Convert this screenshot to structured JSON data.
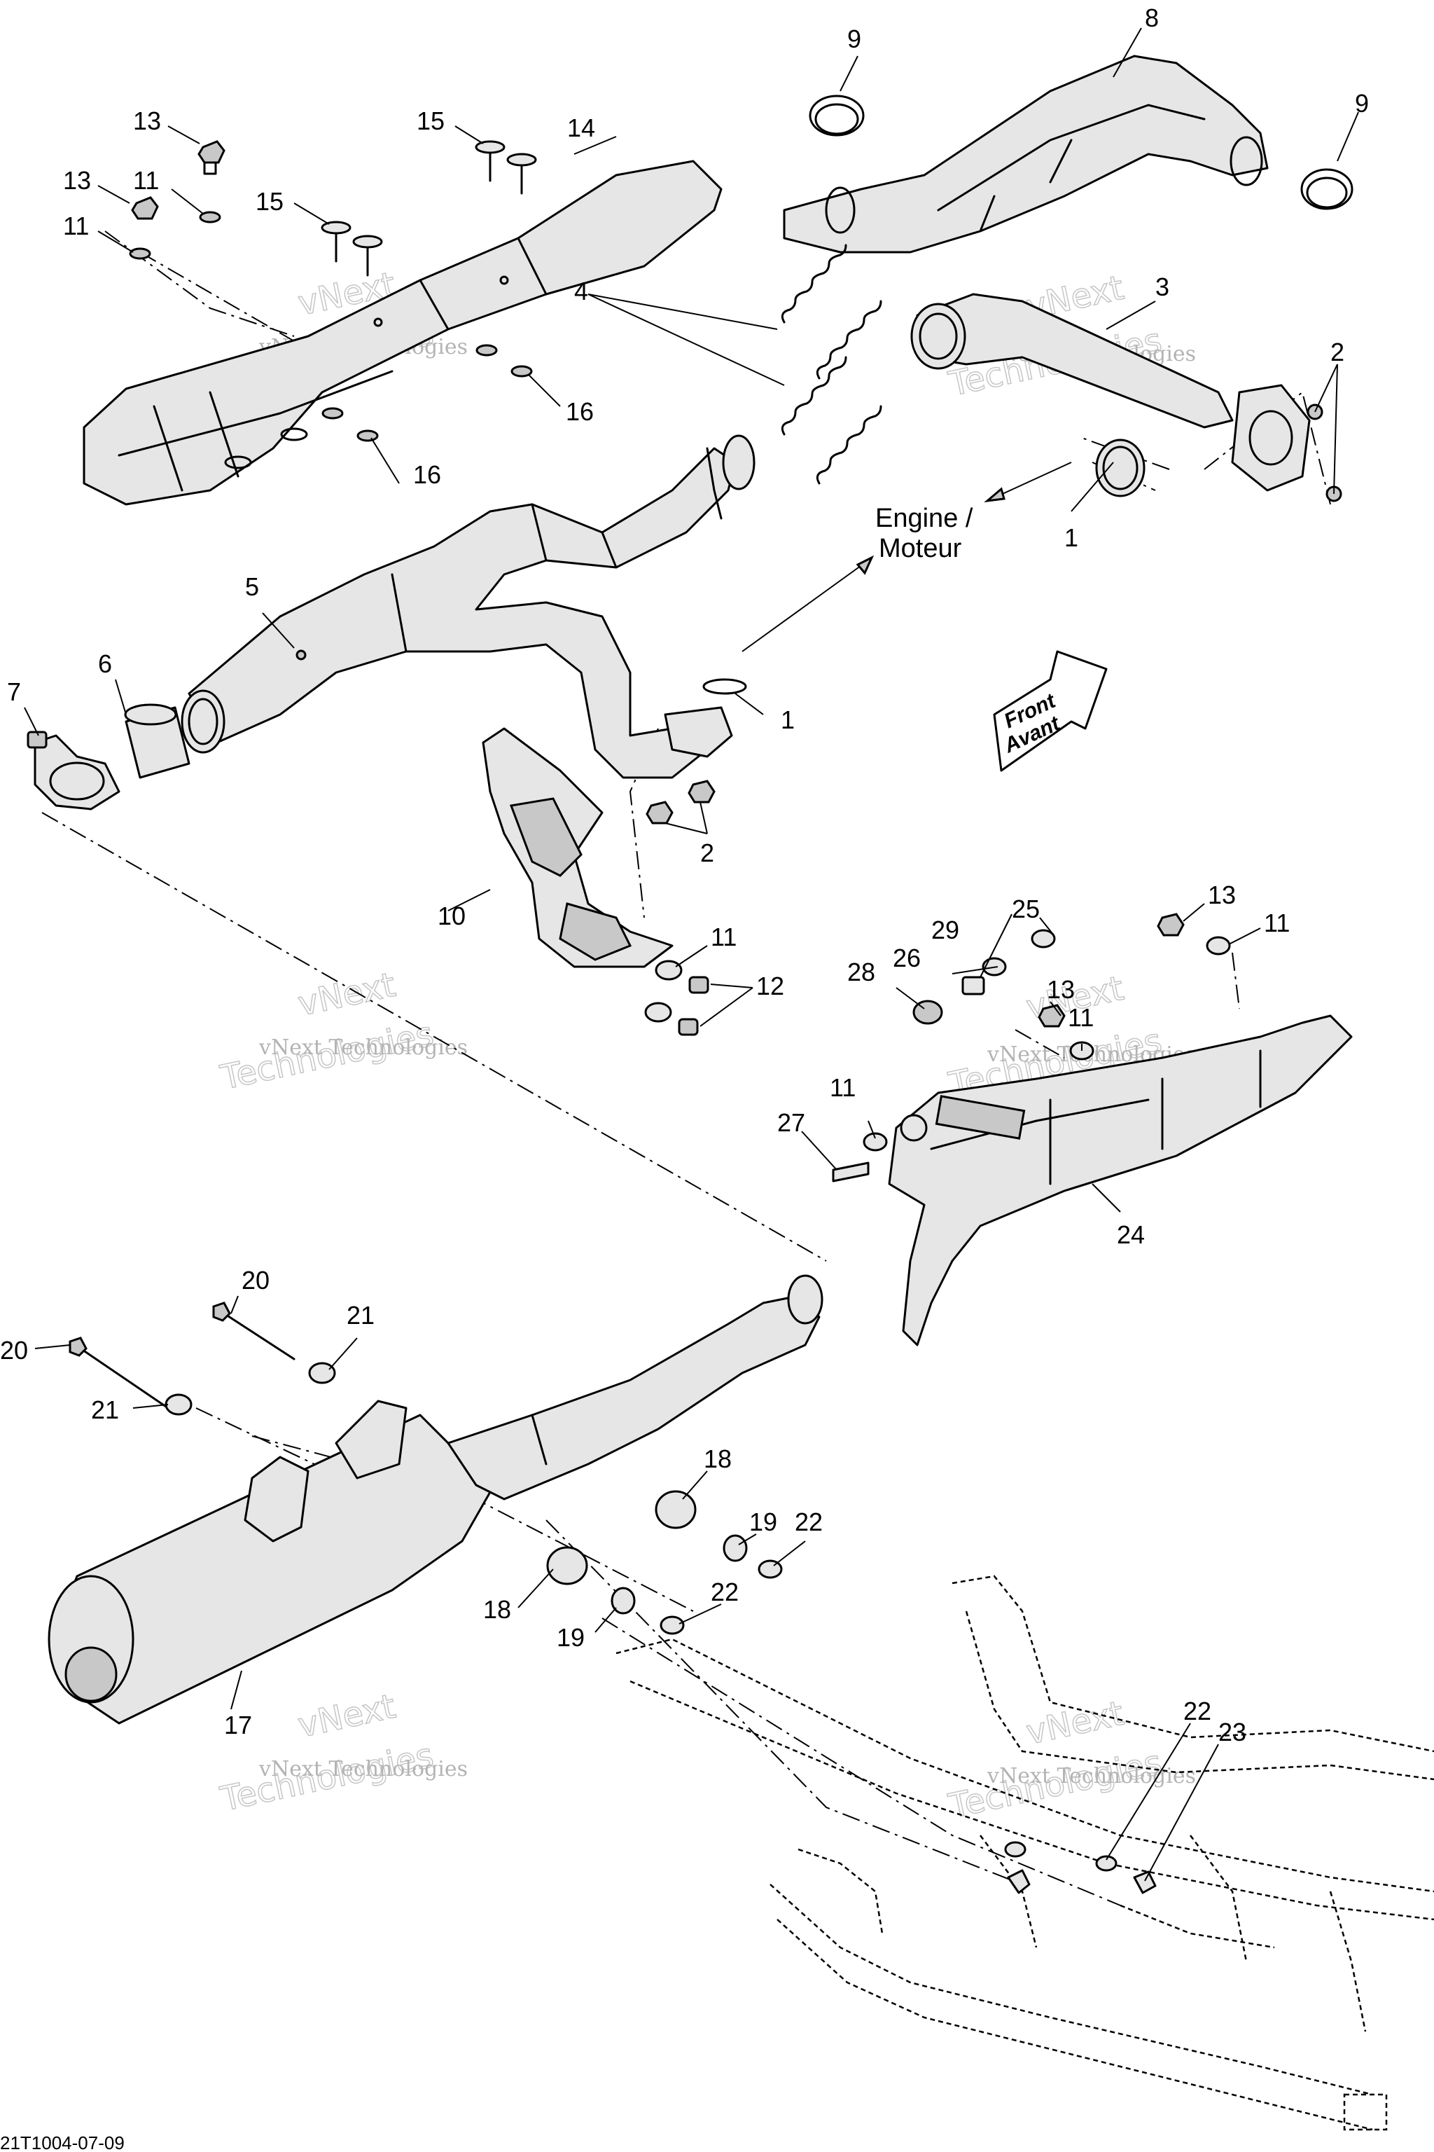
{
  "callouts": [
    "1",
    "2",
    "3",
    "4",
    "5",
    "6",
    "7",
    "8",
    "9",
    "10",
    "11",
    "12",
    "13",
    "14",
    "15",
    "16",
    "17",
    "18",
    "19",
    "20",
    "21",
    "22",
    "23",
    "24",
    "25",
    "26",
    "27",
    "28",
    "29"
  ],
  "engine_label": {
    "line1": "Engine /",
    "line2": "Moteur"
  },
  "front_label": {
    "line1": "Front",
    "line2": "Avant"
  },
  "watermark": {
    "line1": "vNext Technologies",
    "line2": "Technologies",
    "line3": "vNext"
  },
  "drawing_code": "21T1004-07-09"
}
